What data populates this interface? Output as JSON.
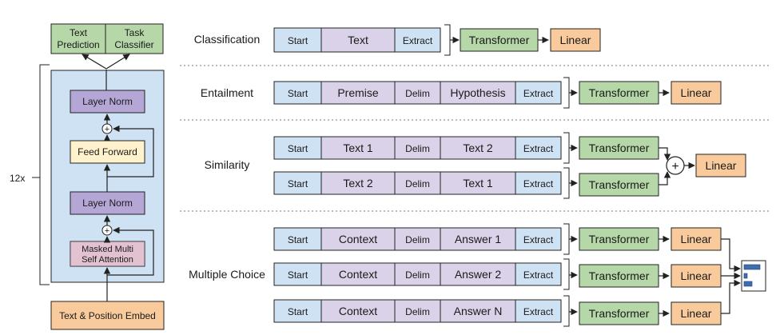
{
  "colors": {
    "blue_fill": "#cfe2f3",
    "purple_fill": "#d9d2e9",
    "yellow_fill": "#fff2cc",
    "pink_fill": "#ead1dc",
    "green_fill": "#b6d7a8",
    "orange_fill": "#f9cb9c",
    "stroke": "#222222"
  },
  "left": {
    "repeat_label": "12x",
    "heads": {
      "text_prediction": [
        "Text",
        "Prediction"
      ],
      "task_classifier": [
        "Task",
        "Classifier"
      ]
    },
    "layer_norm_top": "Layer Norm",
    "feed_forward": "Feed Forward",
    "layer_norm_bottom": "Layer Norm",
    "attention": [
      "Masked Multi",
      "Self Attention"
    ],
    "embed": "Text & Position Embed",
    "plus_symbol": "+"
  },
  "tasks": [
    {
      "label": "Classification",
      "rows": [
        {
          "tokens": [
            "Start",
            "Text",
            "Extract"
          ]
        }
      ]
    },
    {
      "label": "Entailment",
      "rows": [
        {
          "tokens": [
            "Start",
            "Premise",
            "Delim",
            "Hypothesis",
            "Extract"
          ]
        }
      ]
    },
    {
      "label": "Similarity",
      "rows": [
        {
          "tokens": [
            "Start",
            "Text 1",
            "Delim",
            "Text 2",
            "Extract"
          ]
        },
        {
          "tokens": [
            "Start",
            "Text 2",
            "Delim",
            "Text 1",
            "Extract"
          ]
        }
      ]
    },
    {
      "label": "Multiple Choice",
      "rows": [
        {
          "tokens": [
            "Start",
            "Context",
            "Delim",
            "Answer 1",
            "Extract"
          ]
        },
        {
          "tokens": [
            "Start",
            "Context",
            "Delim",
            "Answer 2",
            "Extract"
          ]
        },
        {
          "tokens": [
            "Start",
            "Context",
            "Delim",
            "Answer N",
            "Extract"
          ]
        }
      ]
    }
  ],
  "blocks": {
    "transformer": "Transformer",
    "linear": "Linear",
    "plus_symbol": "+"
  }
}
